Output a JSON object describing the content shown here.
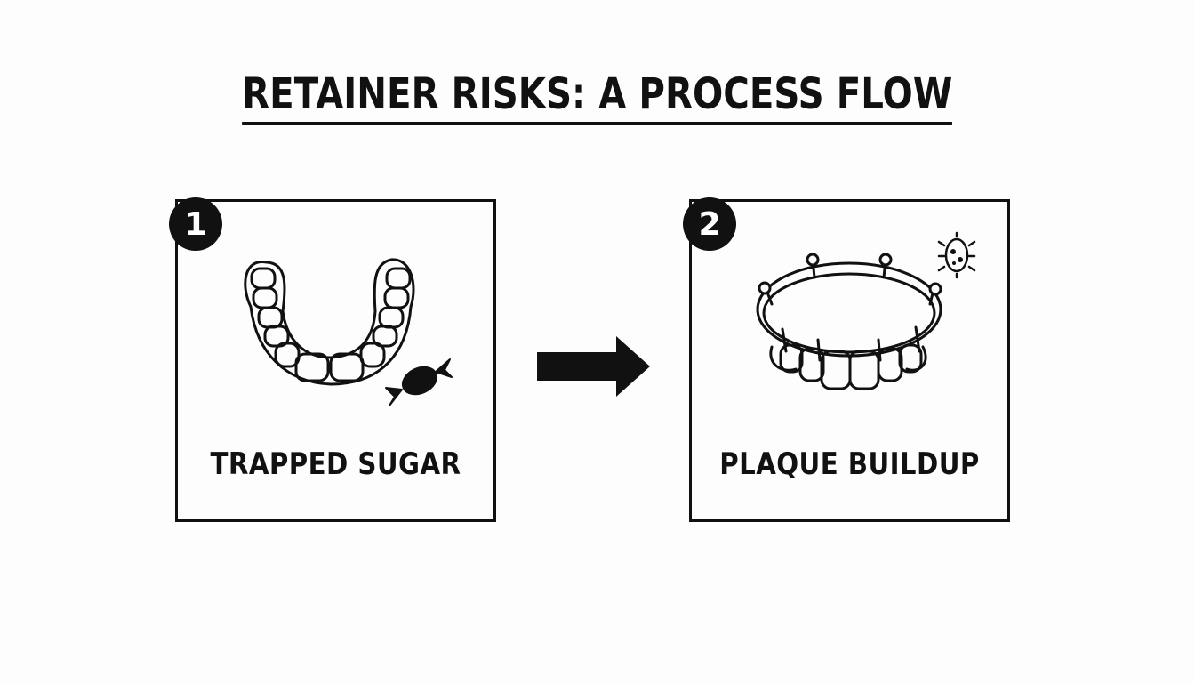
{
  "title": "RETAINER RISKS: A PROCESS FLOW",
  "steps": [
    {
      "number": "1",
      "label": "TRAPPED SUGAR",
      "icon": "retainer-with-candy-icon"
    },
    {
      "number": "2",
      "label": "PLAQUE BUILDUP",
      "icon": "braces-with-bacteria-icon"
    }
  ],
  "connector": {
    "icon": "right-arrow-icon"
  },
  "colors": {
    "ink": "#111111",
    "background": "#fdfdfd"
  }
}
